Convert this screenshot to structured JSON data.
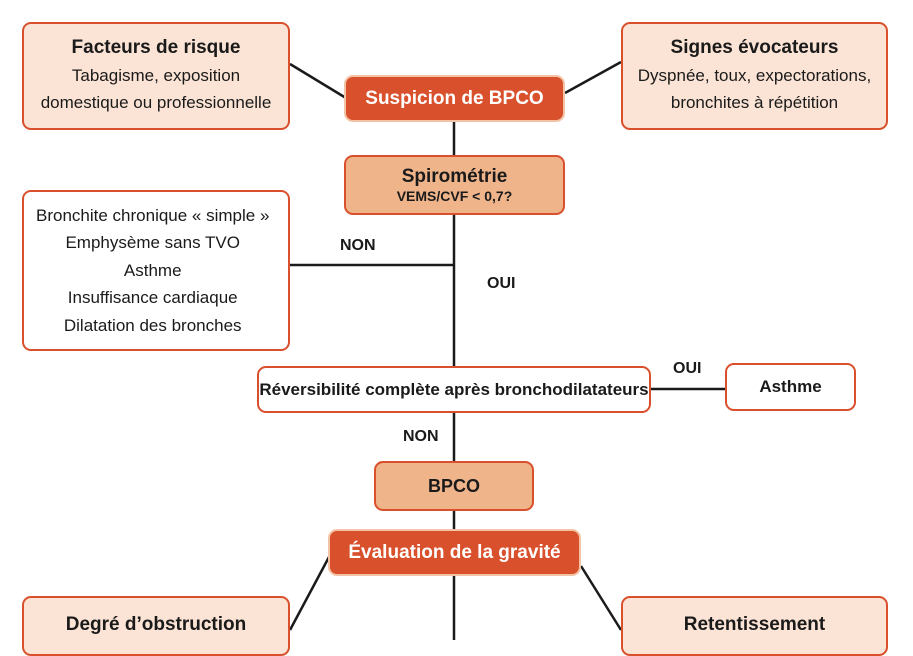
{
  "risk_factors": {
    "title": "Facteurs de risque",
    "lines": [
      "Tabagisme, exposition",
      "domestique ou professionnelle"
    ]
  },
  "signs": {
    "title": "Signes évocateurs",
    "lines": [
      "Dyspnée, toux, expectorations,",
      "bronchites à répétition"
    ]
  },
  "suspicion": {
    "label": "Suspicion de BPCO"
  },
  "spirometry": {
    "title": "Spirométrie",
    "subtitle": "VEMS/CVF < 0,7?"
  },
  "differentials": [
    "Bronchite chronique « simple »",
    "Emphysème sans TVO",
    "Asthme",
    "Insuffisance cardiaque",
    "Dilatation des bronches"
  ],
  "labels": {
    "non_spiro": "NON",
    "oui_spiro": "OUI",
    "oui_rev": "OUI",
    "non_rev": "NON"
  },
  "reversibility": {
    "label": "Réversibilité complète après bronchodilatateurs"
  },
  "asthma": {
    "label": "Asthme"
  },
  "bpco": {
    "label": "BPCO"
  },
  "severity": {
    "label": "Évaluation de la gravité"
  },
  "obstruction": {
    "title": "Degré d’obstruction"
  },
  "impact": {
    "title": "Retentissement"
  }
}
